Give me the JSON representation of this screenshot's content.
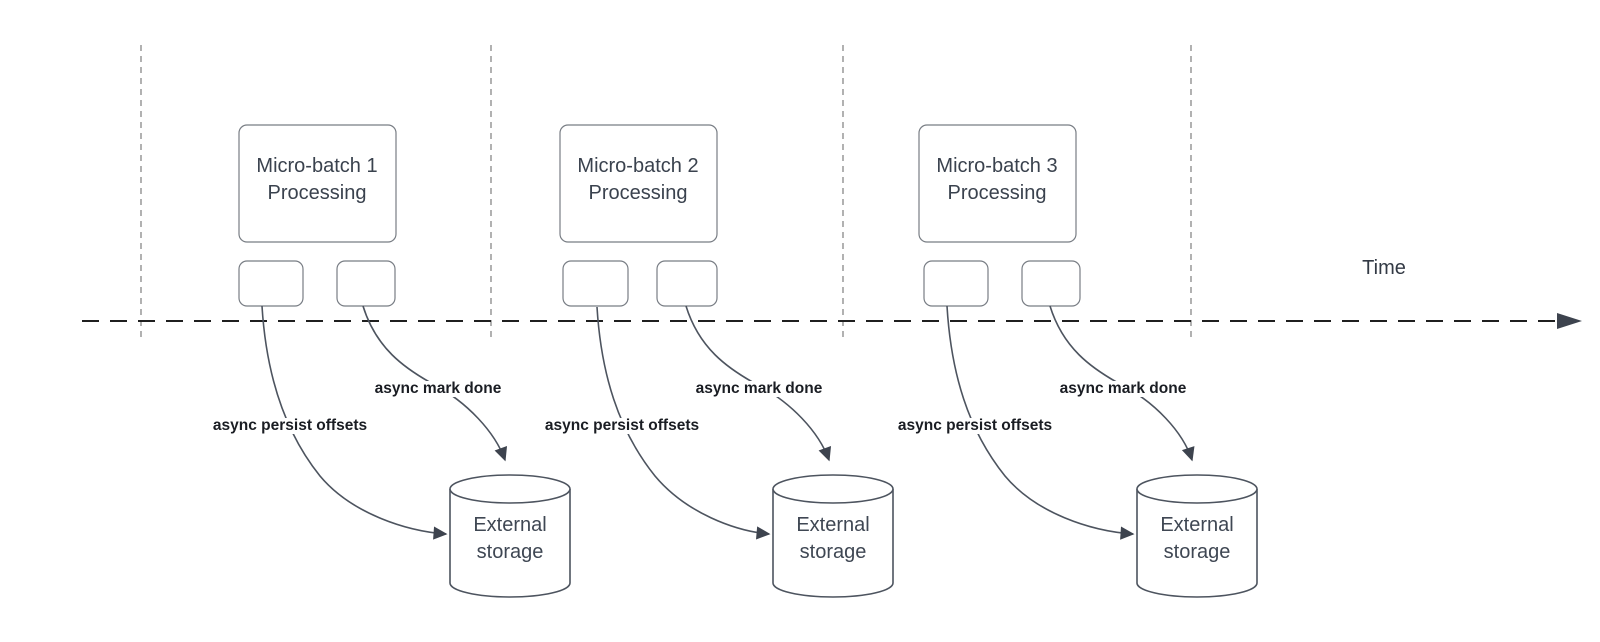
{
  "timeline": {
    "label": "Time"
  },
  "groups": [
    {
      "box_line1": "Micro-batch 1",
      "box_line2": "Processing",
      "persist_label": "async persist offsets",
      "mark_done_label": "async mark done",
      "storage_line1": "External",
      "storage_line2": "storage"
    },
    {
      "box_line1": "Micro-batch 2",
      "box_line2": "Processing",
      "persist_label": "async persist offsets",
      "mark_done_label": "async mark done",
      "storage_line1": "External",
      "storage_line2": "storage"
    },
    {
      "box_line1": "Micro-batch 3",
      "box_line2": "Processing",
      "persist_label": "async persist offsets",
      "mark_done_label": "async mark done",
      "storage_line1": "External",
      "storage_line2": "storage"
    }
  ],
  "colors": {
    "curve_stroke": "#4d545f",
    "box_stroke": "#787d84",
    "timeline_stroke": "#1f1f1f",
    "separator_stroke": "#9e9e9e",
    "arrowhead_fill": "#3d434e",
    "label_text": "#1a1d23",
    "node_text": "#3a424e"
  }
}
